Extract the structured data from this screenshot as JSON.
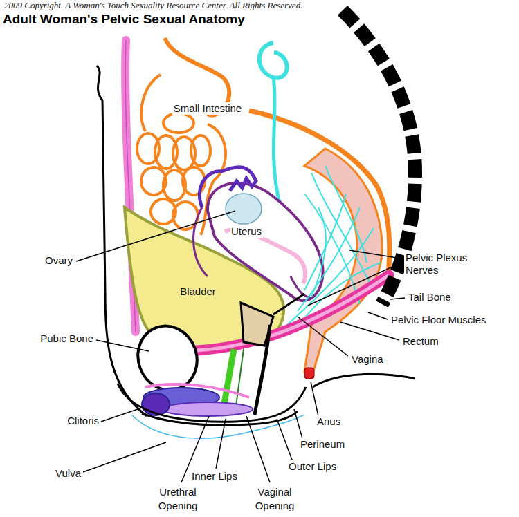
{
  "diagram": {
    "title": "Adult Woman's Pelvic Sexual Anatomy",
    "labels": [
      "2009 Copyright. A Woman's Touch Sexuality Resource Center. All Rights Reserved.",
      "Small Intestine",
      "Ovary",
      "Uterus",
      "Bladder",
      "Pelvic Plexus Nerves",
      "Tail Bone",
      "Pelvic Floor Muscles",
      "Rectum",
      "Vagina",
      "Pubic Bone",
      "Clitoris",
      "Vulva",
      "Inner Lips",
      "Urethral Opening",
      "Vaginal Opening",
      "Outer Lips",
      "Perineum",
      "Anus"
    ]
  }
}
